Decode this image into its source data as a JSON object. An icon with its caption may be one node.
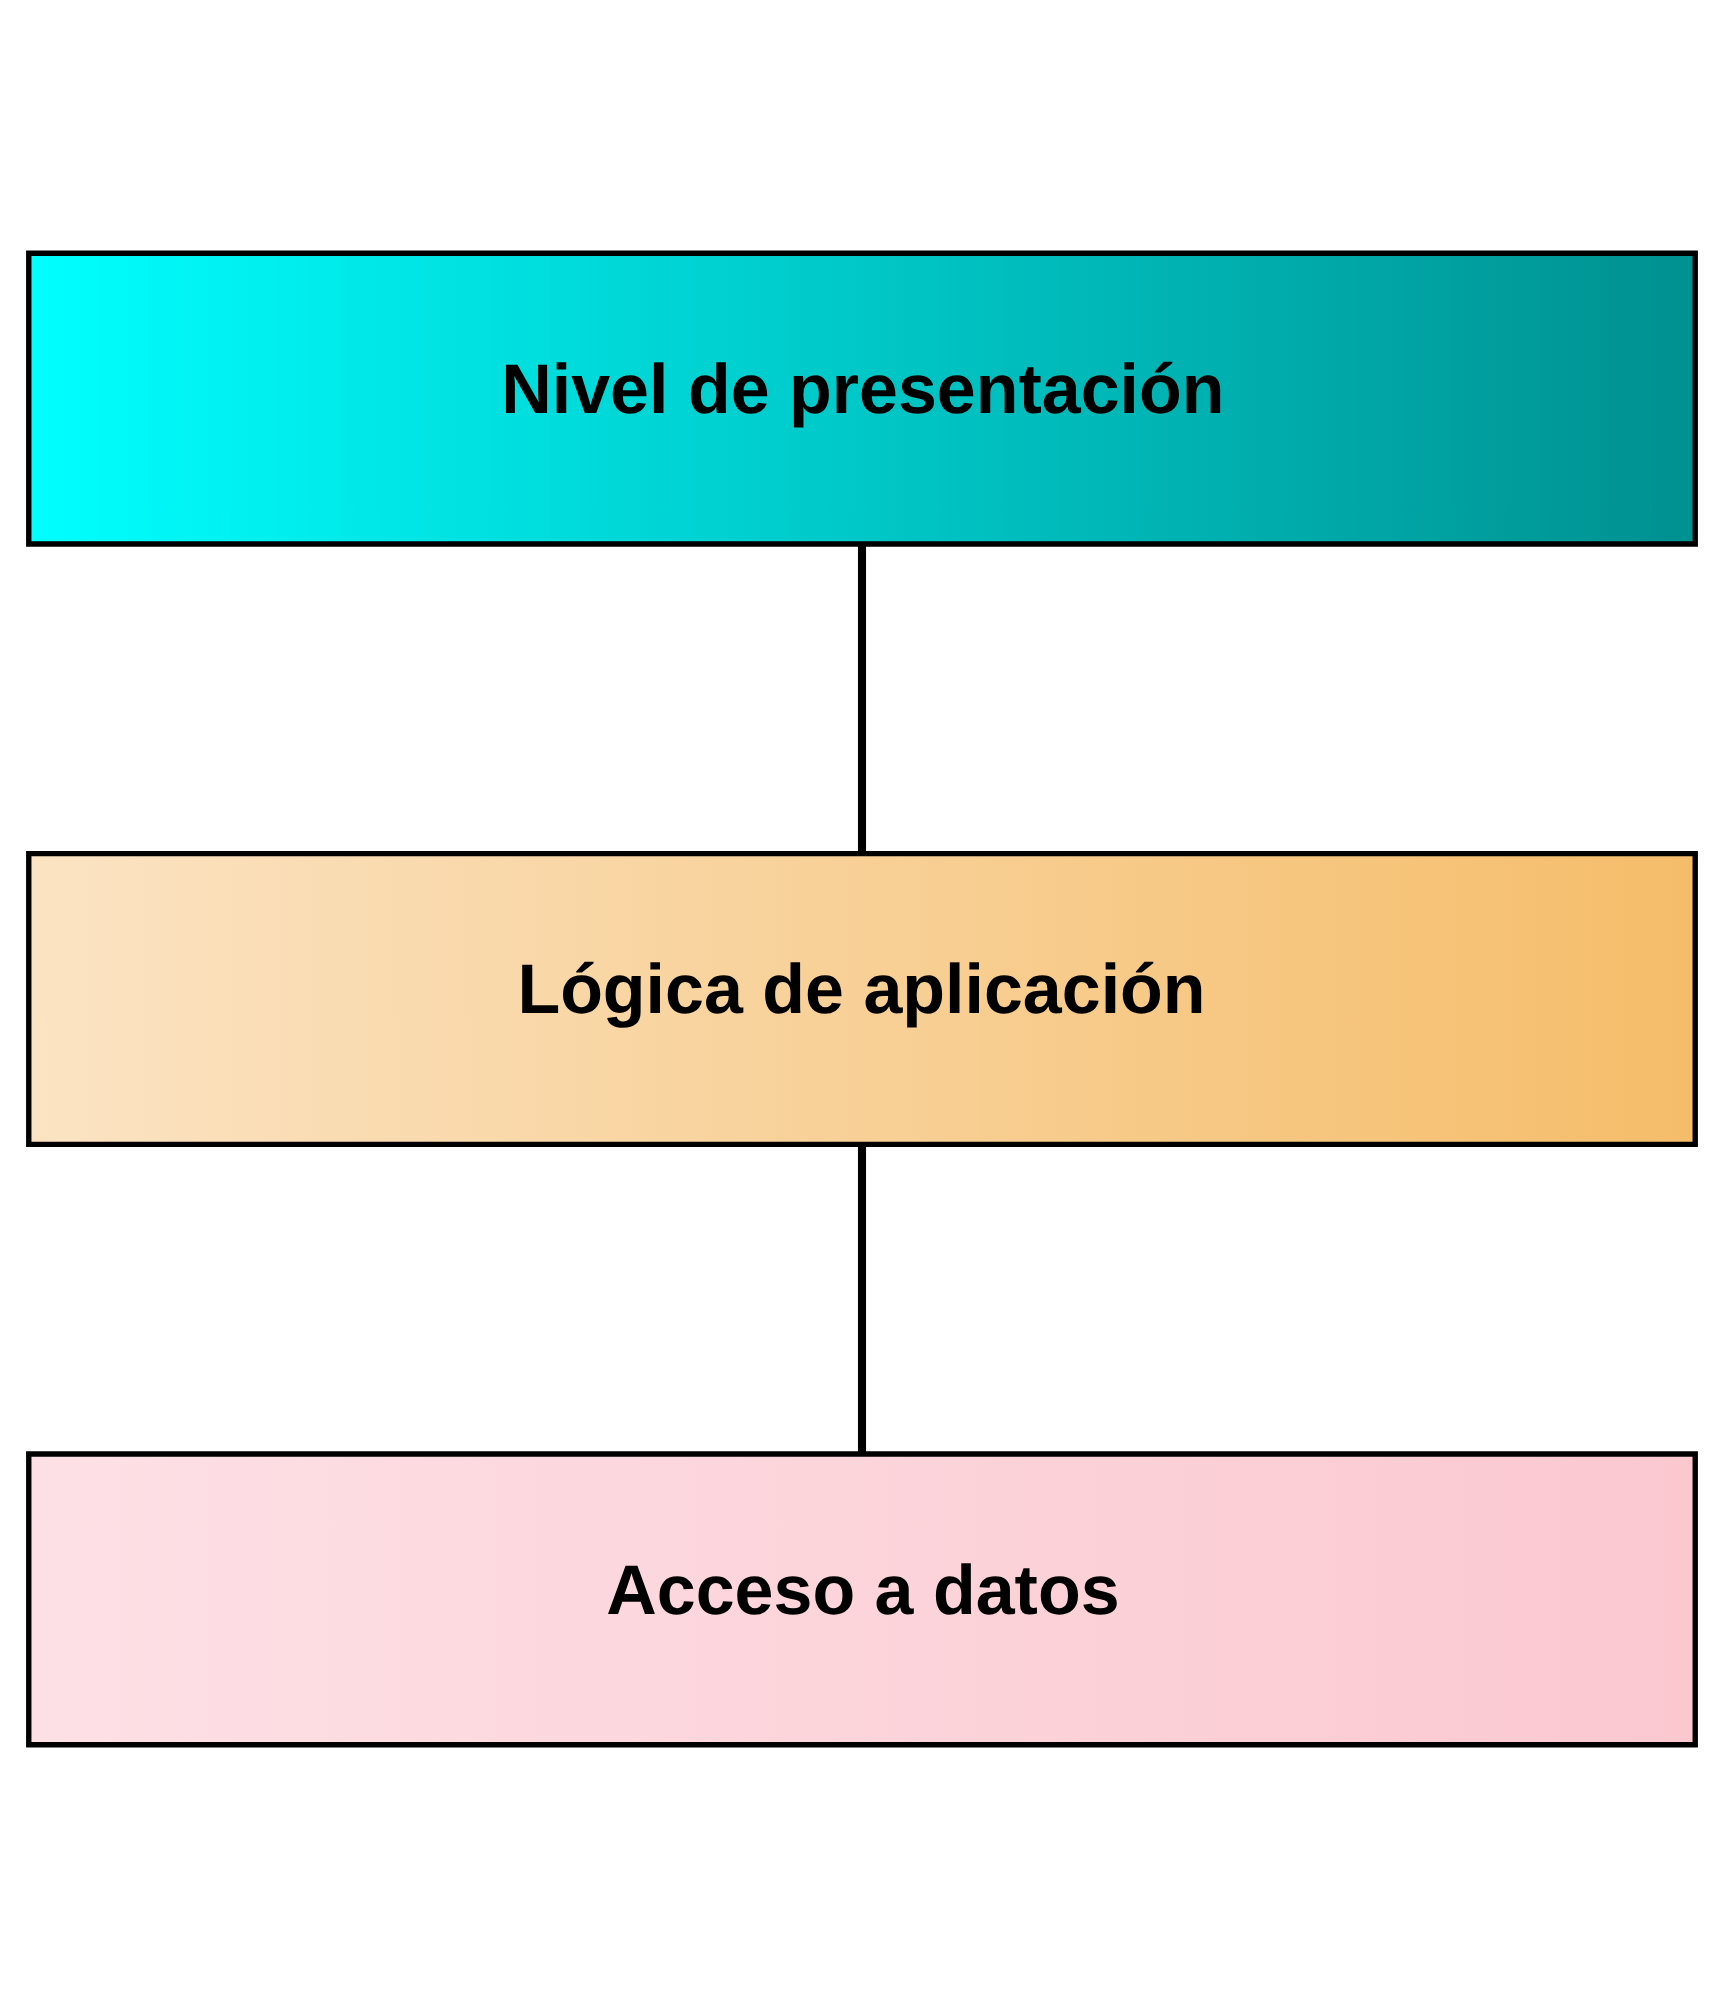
{
  "diagram": {
    "nodes": [
      {
        "text": [
          "Nivel de presentación"
        ]
      },
      {
        "text": [
          "Lógica de aplicación"
        ]
      },
      {
        "text": [
          "Acceso a datos"
        ]
      }
    ],
    "edges": [
      {
        "from": 0,
        "to": 1,
        "arrow": "none"
      },
      {
        "from": 1,
        "to": 2,
        "arrow": "none"
      }
    ]
  }
}
